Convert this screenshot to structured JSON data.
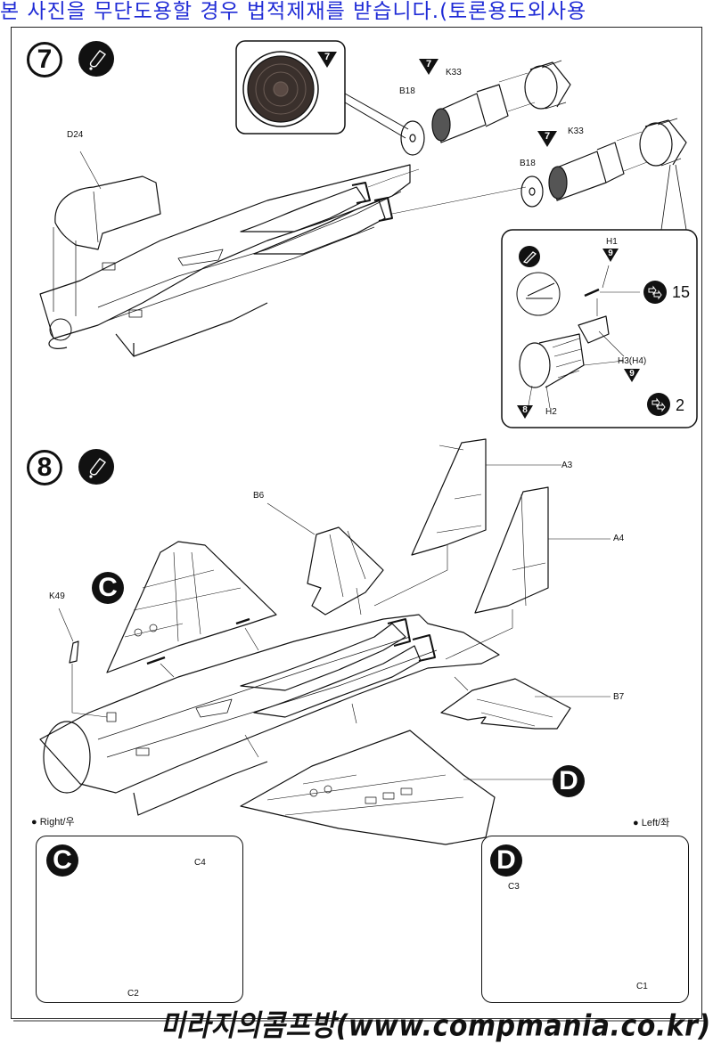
{
  "banner": {
    "text": "본 사진을 무단도용할 경우 법적제재를 받습니다.(토론용도외사용",
    "color": "#1f2bd6"
  },
  "footer": {
    "text": "미라지의콤프방(www.compmania.co.kr)"
  },
  "step7": {
    "number": "7",
    "glue_icon": "cement-tube-icon",
    "parts": {
      "d24": "D24",
      "b18_upper": "B18",
      "k33_upper": "K33",
      "b18_lower": "B18",
      "k33_lower": "K33"
    },
    "color_callouts": {
      "inset_disc": "7",
      "k33_upper": "7",
      "k33_lower": "7"
    },
    "nozzle_detail": {
      "knife_icon": "hobby-knife-icon",
      "parts": {
        "h1": "H1",
        "h2": "H2",
        "h3": "H3(H4)"
      },
      "color_callouts": {
        "h1": "9",
        "h2": "8",
        "h3": "9"
      },
      "quantities": {
        "h1_count": "15",
        "assembly_count": "2"
      },
      "repeat_icon": "repeat-arrows-icon"
    }
  },
  "step8": {
    "number": "8",
    "glue_icon": "cement-tube-icon",
    "parts": {
      "b6": "B6",
      "a3": "A3",
      "a4": "A4",
      "k49": "K49",
      "b7": "B7"
    },
    "subassemblies": {
      "c": "C",
      "d": "D"
    }
  },
  "detail_c": {
    "side_label": "Right/우",
    "letter": "C",
    "parts": {
      "top": "C4",
      "bottom": "C2"
    }
  },
  "detail_d": {
    "side_label": "Left/좌",
    "letter": "D",
    "parts": {
      "top": "C3",
      "bottom": "C1"
    }
  }
}
